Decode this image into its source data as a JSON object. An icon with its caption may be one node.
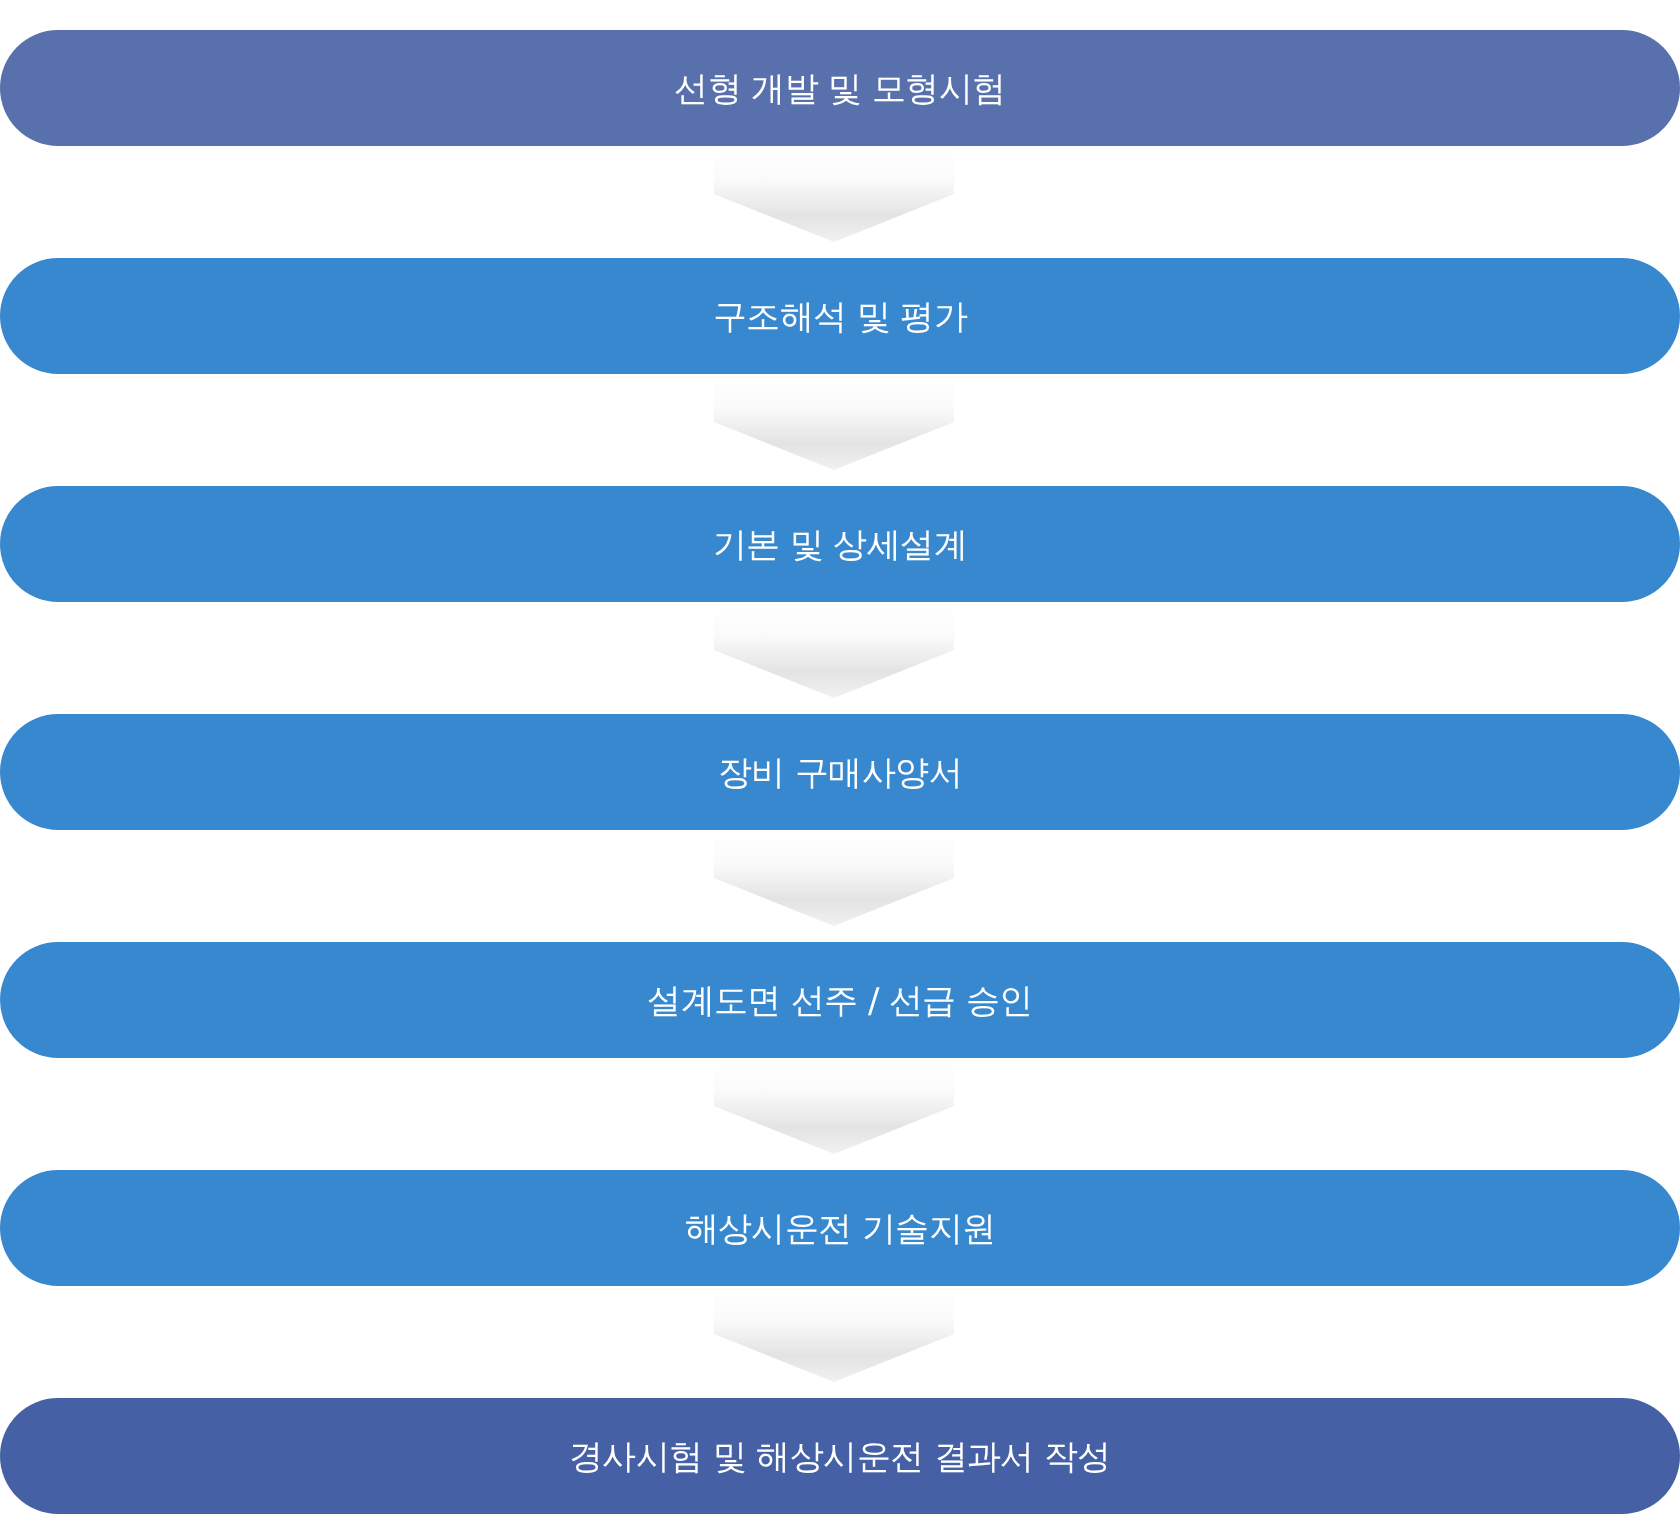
{
  "diagram": {
    "nodes": [
      {
        "text": [
          "선형 개발 및 모형시험"
        ]
      },
      {
        "text": [
          "구조해석 및 평가"
        ]
      },
      {
        "text": [
          "기본 및 상세설계"
        ]
      },
      {
        "text": [
          "장비 구매사양서"
        ]
      },
      {
        "text": [
          "설계도면 선주 / 선급 승인"
        ]
      },
      {
        "text": [
          "해상시운전 기술지원"
        ]
      },
      {
        "text": [
          "경사시험 및 해상시운전 결과서 작성"
        ]
      }
    ],
    "edges": [
      {
        "from": 0,
        "to": 1,
        "arrow": "to"
      },
      {
        "from": 1,
        "to": 2,
        "arrow": "to"
      },
      {
        "from": 2,
        "to": 3,
        "arrow": "to"
      },
      {
        "from": 3,
        "to": 4,
        "arrow": "to"
      },
      {
        "from": 4,
        "to": 5,
        "arrow": "to"
      },
      {
        "from": 5,
        "to": 6,
        "arrow": "to"
      }
    ]
  }
}
